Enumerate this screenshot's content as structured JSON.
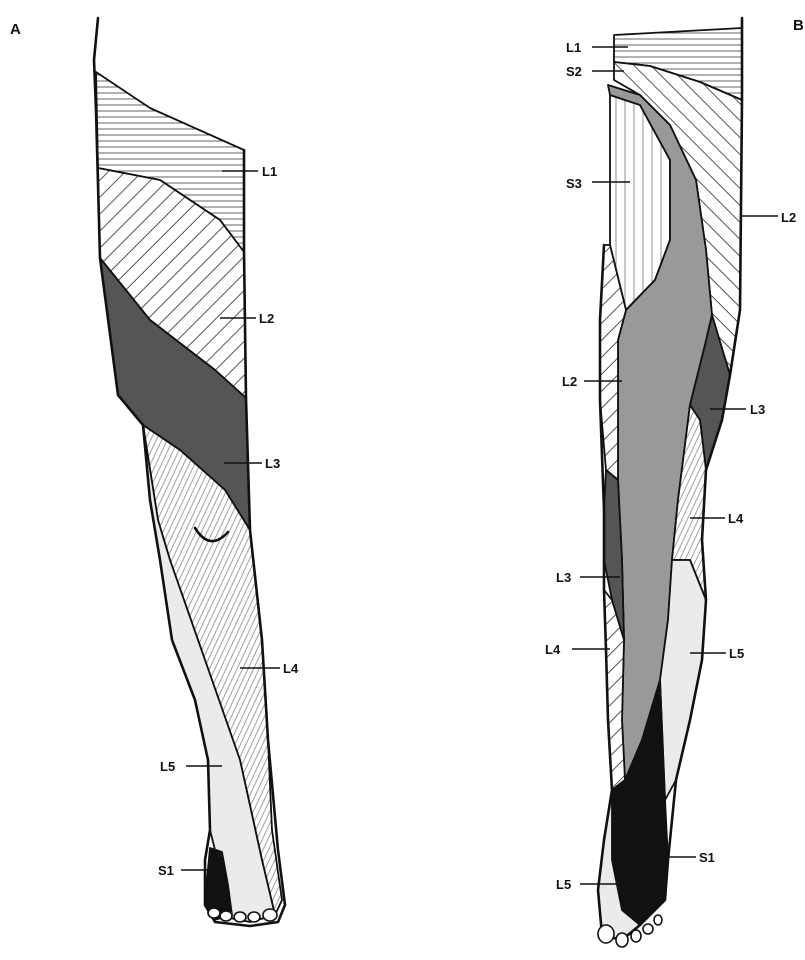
{
  "panels": {
    "A": {
      "letter": "A",
      "labels": {
        "L1": "L1",
        "L2": "L2",
        "L3": "L3",
        "L4": "L4",
        "L5": "L5",
        "S1": "S1"
      }
    },
    "B": {
      "letter": "B",
      "labels": {
        "L1": "L1",
        "S2": "S2",
        "S3": "S3",
        "L2_thigh": "L2",
        "L2_right": "L2",
        "L3_right": "L3",
        "L4_right": "L4",
        "L3_left": "L3",
        "L4_left": "L4",
        "L5_right": "L5",
        "S1": "S1",
        "L5_foot": "L5"
      }
    }
  },
  "colors": {
    "outline": "#111111",
    "L1_hatch": "#555555",
    "L2_hatch": "#555555",
    "L3_fill": "#555555",
    "L4_hatch": "#777777",
    "L5_fill": "#ebebeb",
    "S1_fill": "#111111",
    "S3_fill": "#999999",
    "S3_stripes": "#777777"
  }
}
